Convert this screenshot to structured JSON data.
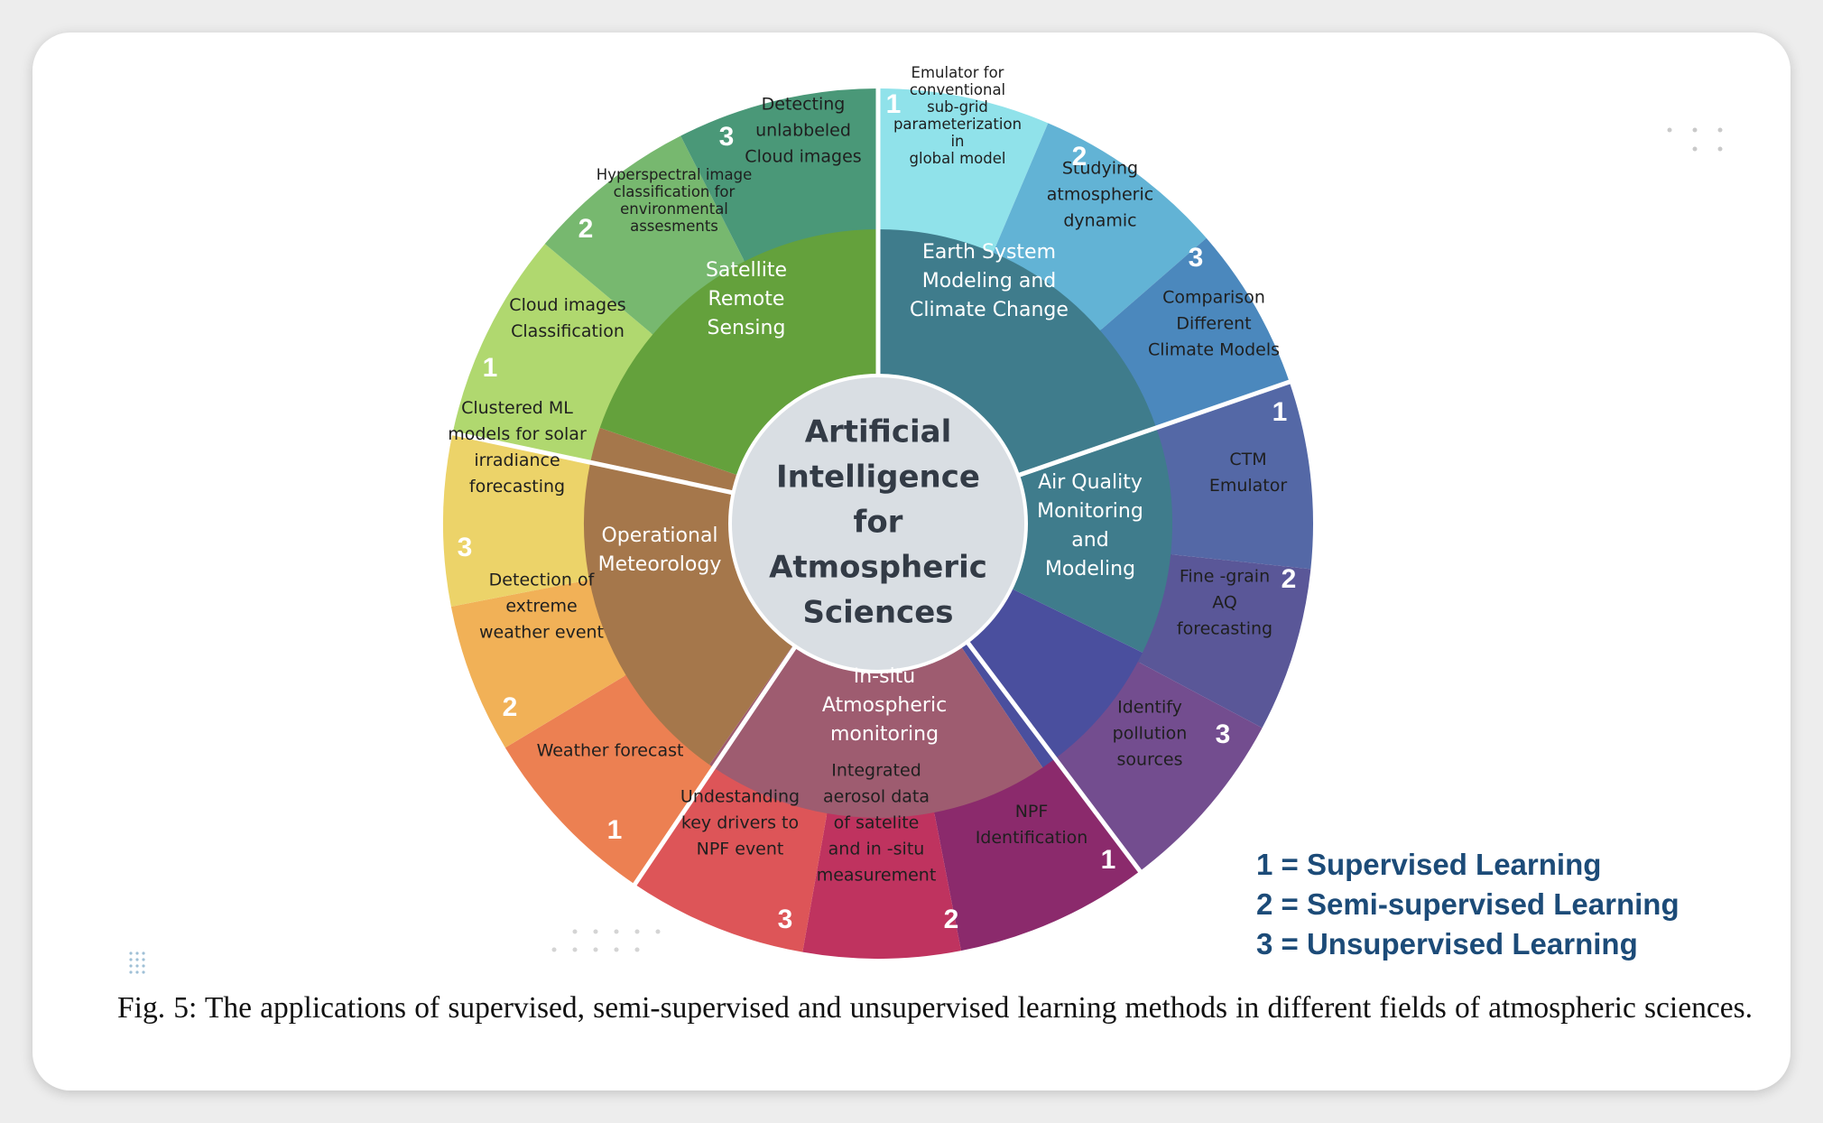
{
  "center_title": [
    "Artificial",
    "Intelligence",
    "for",
    "Atmospheric",
    "Sciences"
  ],
  "sectors": [
    {
      "id": "esm",
      "label": [
        "Earth System",
        "Modeling and",
        "Climate Change"
      ],
      "inner_color": "#3f7c8c",
      "outer": [
        {
          "num": "1",
          "color": "#90e2ea",
          "label": [
            "Emulator for",
            "conventional",
            "sub-grid",
            "parameterization",
            "in",
            "global model"
          ]
        },
        {
          "num": "2",
          "color": "#62b3d5",
          "label": [
            "Studying",
            "atmospheric",
            "dynamic"
          ]
        },
        {
          "num": "3",
          "color": "#4b88bd",
          "label": [
            "Comparison",
            "Different",
            "Climate Models"
          ]
        }
      ]
    },
    {
      "id": "aq",
      "label": [
        "Air Quality",
        "Monitoring",
        "and",
        "Modeling"
      ],
      "inner_color": "#4a4f9e",
      "outer": [
        {
          "num": "1",
          "color": "#5468a6",
          "label": [
            "CTM",
            "Emulator"
          ]
        },
        {
          "num": "2",
          "color": "#5a5798",
          "label": [
            "Fine -grain",
            "AQ",
            "forecasting"
          ]
        },
        {
          "num": "3",
          "color": "#734d8f",
          "label": [
            "Identify",
            "pollution",
            "sources"
          ]
        }
      ]
    },
    {
      "id": "insitu",
      "label": [
        "In-situ",
        "Atmospheric",
        "monitoring"
      ],
      "inner_color": "#9e5c70",
      "outer": [
        {
          "num": "1",
          "color": "#8b2a6c",
          "label": [
            "NPF",
            "Identification"
          ]
        },
        {
          "num": "2",
          "color": "#bf335f",
          "label": [
            "Integrated",
            "aerosol data",
            "of satelite",
            "and in -situ",
            "measurement"
          ]
        },
        {
          "num": "3",
          "color": "#dd5558",
          "label": [
            "Undestanding",
            "key drivers to",
            "NPF event"
          ]
        }
      ]
    },
    {
      "id": "opmet",
      "label": [
        "Operational",
        "Meteorology"
      ],
      "inner_color": "#a5774b",
      "outer": [
        {
          "num": "1",
          "color": "#ec8052",
          "label": [
            "Weather forecast"
          ]
        },
        {
          "num": "2",
          "color": "#f1b157",
          "label": [
            "Detection of",
            "extreme",
            "weather event"
          ]
        },
        {
          "num": "3",
          "color": "#ecd369",
          "label": [
            "Clustered ML",
            "models for solar",
            "irradiance",
            "forecasting"
          ]
        }
      ]
    },
    {
      "id": "satrs",
      "label": [
        "Satellite",
        "Remote",
        "Sensing"
      ],
      "inner_color": "#64a13c",
      "outer": [
        {
          "num": "1",
          "color": "#b0d86f",
          "label": [
            "Cloud images",
            "Classification"
          ]
        },
        {
          "num": "2",
          "color": "#77b86f",
          "label": [
            "Hyperspectral image",
            "classification for",
            "environmental",
            "assesments"
          ]
        },
        {
          "num": "3",
          "color": "#4a9878",
          "label": [
            "Detecting",
            "unlabbeled",
            "Cloud images"
          ]
        }
      ]
    }
  ],
  "legend": [
    {
      "num": "1",
      "text": "Supervised Learning"
    },
    {
      "num": "2",
      "text": "Semi-supervised Learning"
    },
    {
      "num": "3",
      "text": "Unsupervised Learning"
    }
  ],
  "caption": "Fig. 5: The applications of supervised, semi-supervised and unsupervised learning methods in different fields of atmospheric sciences."
}
